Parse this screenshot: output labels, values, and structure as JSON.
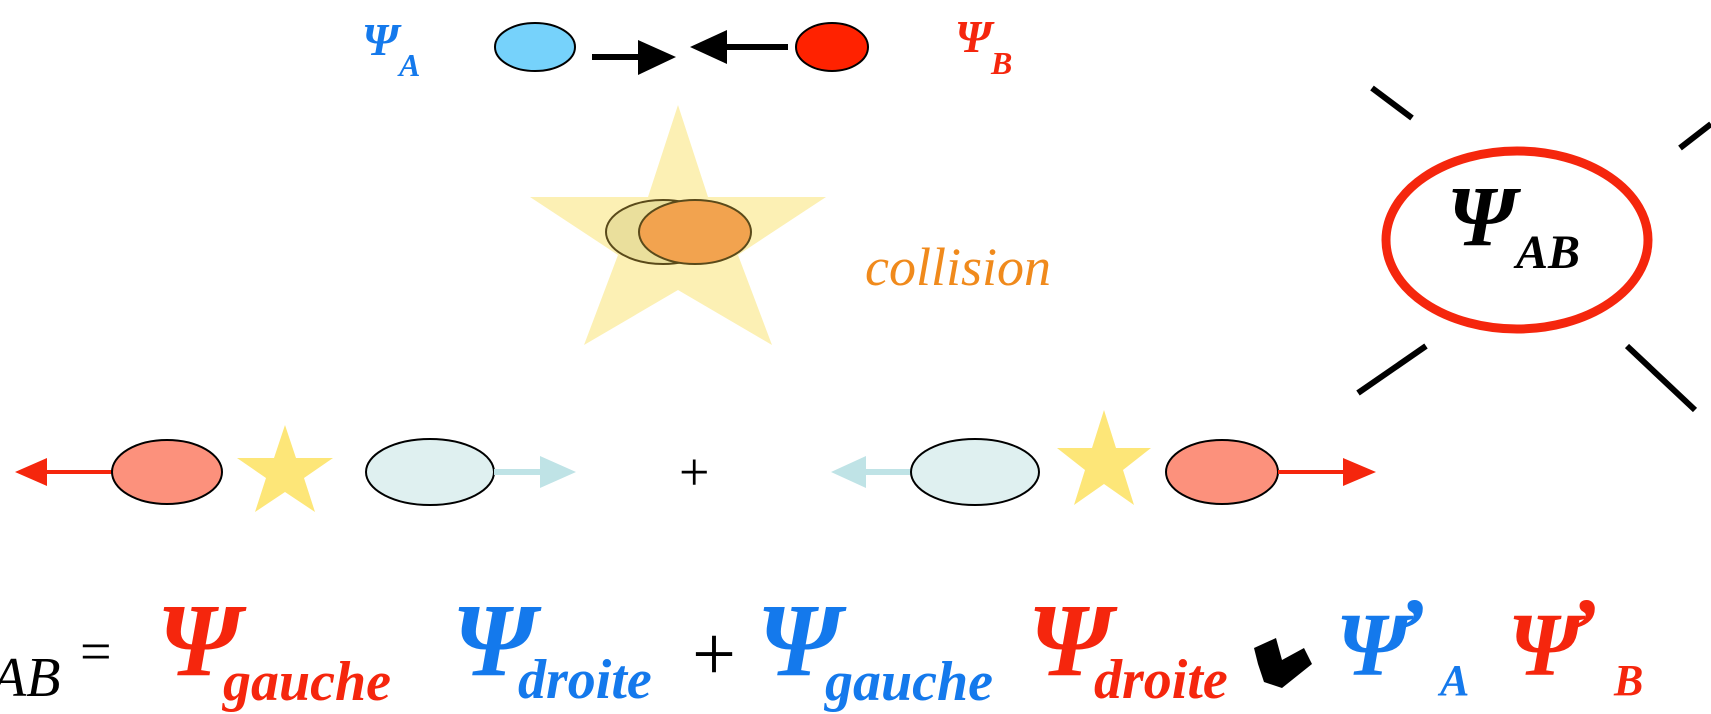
{
  "symbol": "Ψ",
  "top": {
    "label_a": "A",
    "label_b": "B"
  },
  "collision_label": "collision",
  "entangled": {
    "sub": "AB"
  },
  "plus_sign": "+",
  "equation": {
    "lhs_sub": "AB",
    "equals": "=",
    "term1_sub": "gauche",
    "term2_sub": "droite",
    "plus": "+",
    "term3_sub": "gauche",
    "term4_sub": "droite",
    "prime": "’",
    "term5_sub": "A",
    "term6_sub": "B"
  },
  "colors": {
    "blue": "#1479ec",
    "red": "#f5260d",
    "orange": "#f08a1c",
    "black": "#000000",
    "light_blue": "#76d2fb",
    "red_ball": "#ff2200",
    "salmon": "#fc917c",
    "pale_cyan": "#dff0f0",
    "arrow_cyan": "#bfe3e6",
    "star_yellow": "#fde678",
    "star_pale": "#fcf0b4",
    "overlap_orange": "#f2a34f"
  }
}
